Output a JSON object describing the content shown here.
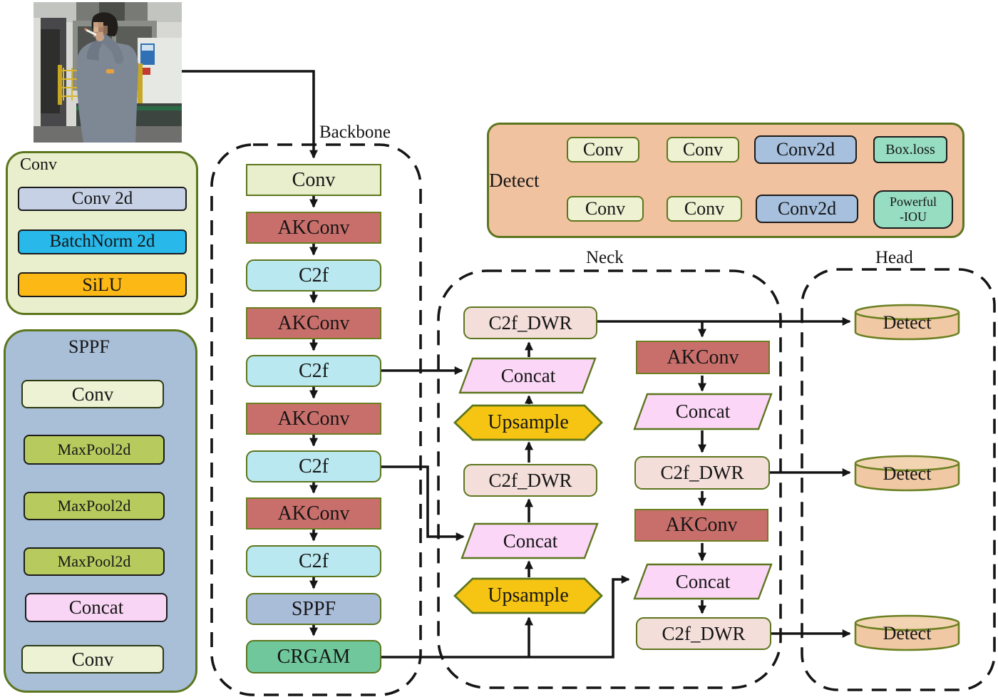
{
  "legend_conv": {
    "title": "Conv",
    "conv2d": "Conv 2d",
    "batchnorm": "BatchNorm 2d",
    "silu": "SiLU"
  },
  "legend_sppf": {
    "title": "SPPF",
    "nodes": [
      "Conv",
      "MaxPool2d",
      "MaxPool2d",
      "MaxPool2d",
      "Concat",
      "Conv"
    ]
  },
  "backbone": {
    "title": "Backbone",
    "nodes": [
      "Conv",
      "AKConv",
      "C2f",
      "AKConv",
      "C2f",
      "AKConv",
      "C2f",
      "AKConv",
      "C2f",
      "SPPF",
      "CRGAM"
    ]
  },
  "detect_detail": {
    "label": "Detect",
    "row1": [
      "Conv",
      "Conv",
      "Conv2d"
    ],
    "row1_loss": "Box.loss",
    "row2": [
      "Conv",
      "Conv",
      "Conv2d"
    ],
    "row2_loss": "Powerful\n-IOU"
  },
  "neck": {
    "title": "Neck",
    "left": [
      "C2f_DWR",
      "Concat",
      "Upsample",
      "C2f_DWR",
      "Concat",
      "Upsample"
    ],
    "right": [
      "AKConv",
      "Concat",
      "C2f_DWR",
      "AKConv",
      "Concat",
      "C2f_DWR"
    ]
  },
  "head": {
    "title": "Head",
    "nodes": [
      "Detect",
      "Detect",
      "Detect"
    ]
  },
  "photo": {
    "description": "worker-smoking-in-factory"
  },
  "colors": {
    "olive_border": "#5c761e",
    "conv_light": "#e9efcd",
    "akconv_red": "#c96f6b",
    "c2f_cyan": "#b9e8f0",
    "sppf_blue": "#a9bdd9",
    "crgam_green": "#6fc79b",
    "c2f_dwr_rose": "#f3ded9",
    "concat_pink": "#fbd6f6",
    "upsample_gold": "#f6c513",
    "detect_peach": "#f0c9a4",
    "detail_bg": "#f0c2a0",
    "conv2d_blue": "#a6c0de",
    "loss_mint": "#97ddc2",
    "batchnorm_cyan": "#28b8e9",
    "silu_orange": "#fcb815",
    "maxpool_green": "#b7ca5e"
  }
}
